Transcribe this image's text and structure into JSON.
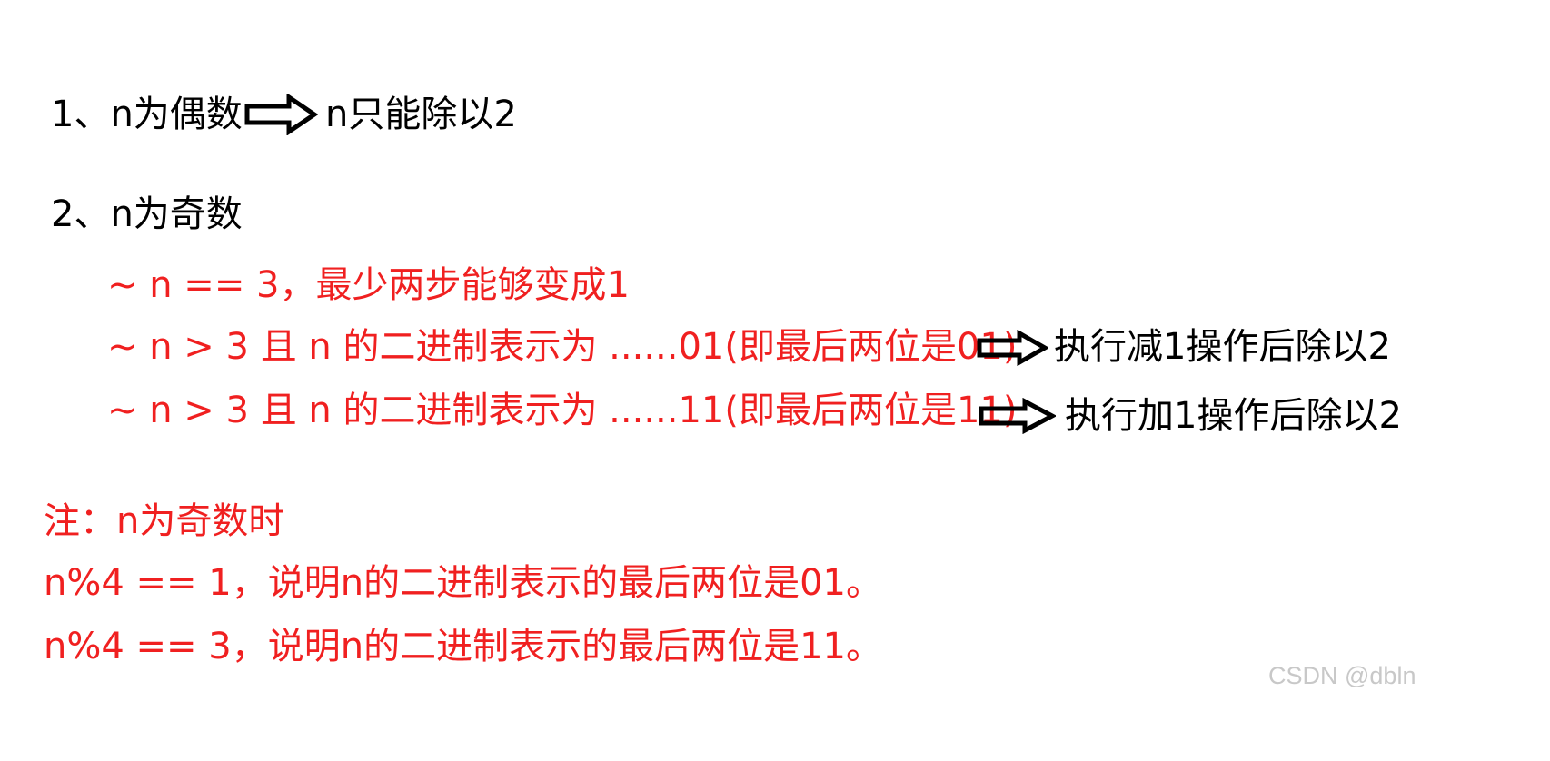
{
  "rules": {
    "even": {
      "label": "1、n为偶数",
      "result": "n只能除以2"
    },
    "odd": {
      "label": "2、n为奇数",
      "cases": [
        {
          "text": "~ n == 3，最少两步能够变成1"
        },
        {
          "text": "~ n > 3 且 n 的二进制表示为 ......01(即最后两位是01)",
          "result": "执行减1操作后除以2"
        },
        {
          "text": "~ n > 3 且 n 的二进制表示为 ......11(即最后两位是11)",
          "result": "执行加1操作后除以2"
        }
      ]
    }
  },
  "notes": {
    "title": "注：n为奇数时",
    "lines": [
      "n%4 == 1，说明n的二进制表示的最后两位是01。",
      "n%4 == 3，说明n的二进制表示的最后两位是11。"
    ]
  },
  "watermark": "CSDN @dbln",
  "colors": {
    "primary_text": "#000000",
    "highlight_text": "#f02020",
    "watermark": "#c8c8c8"
  }
}
